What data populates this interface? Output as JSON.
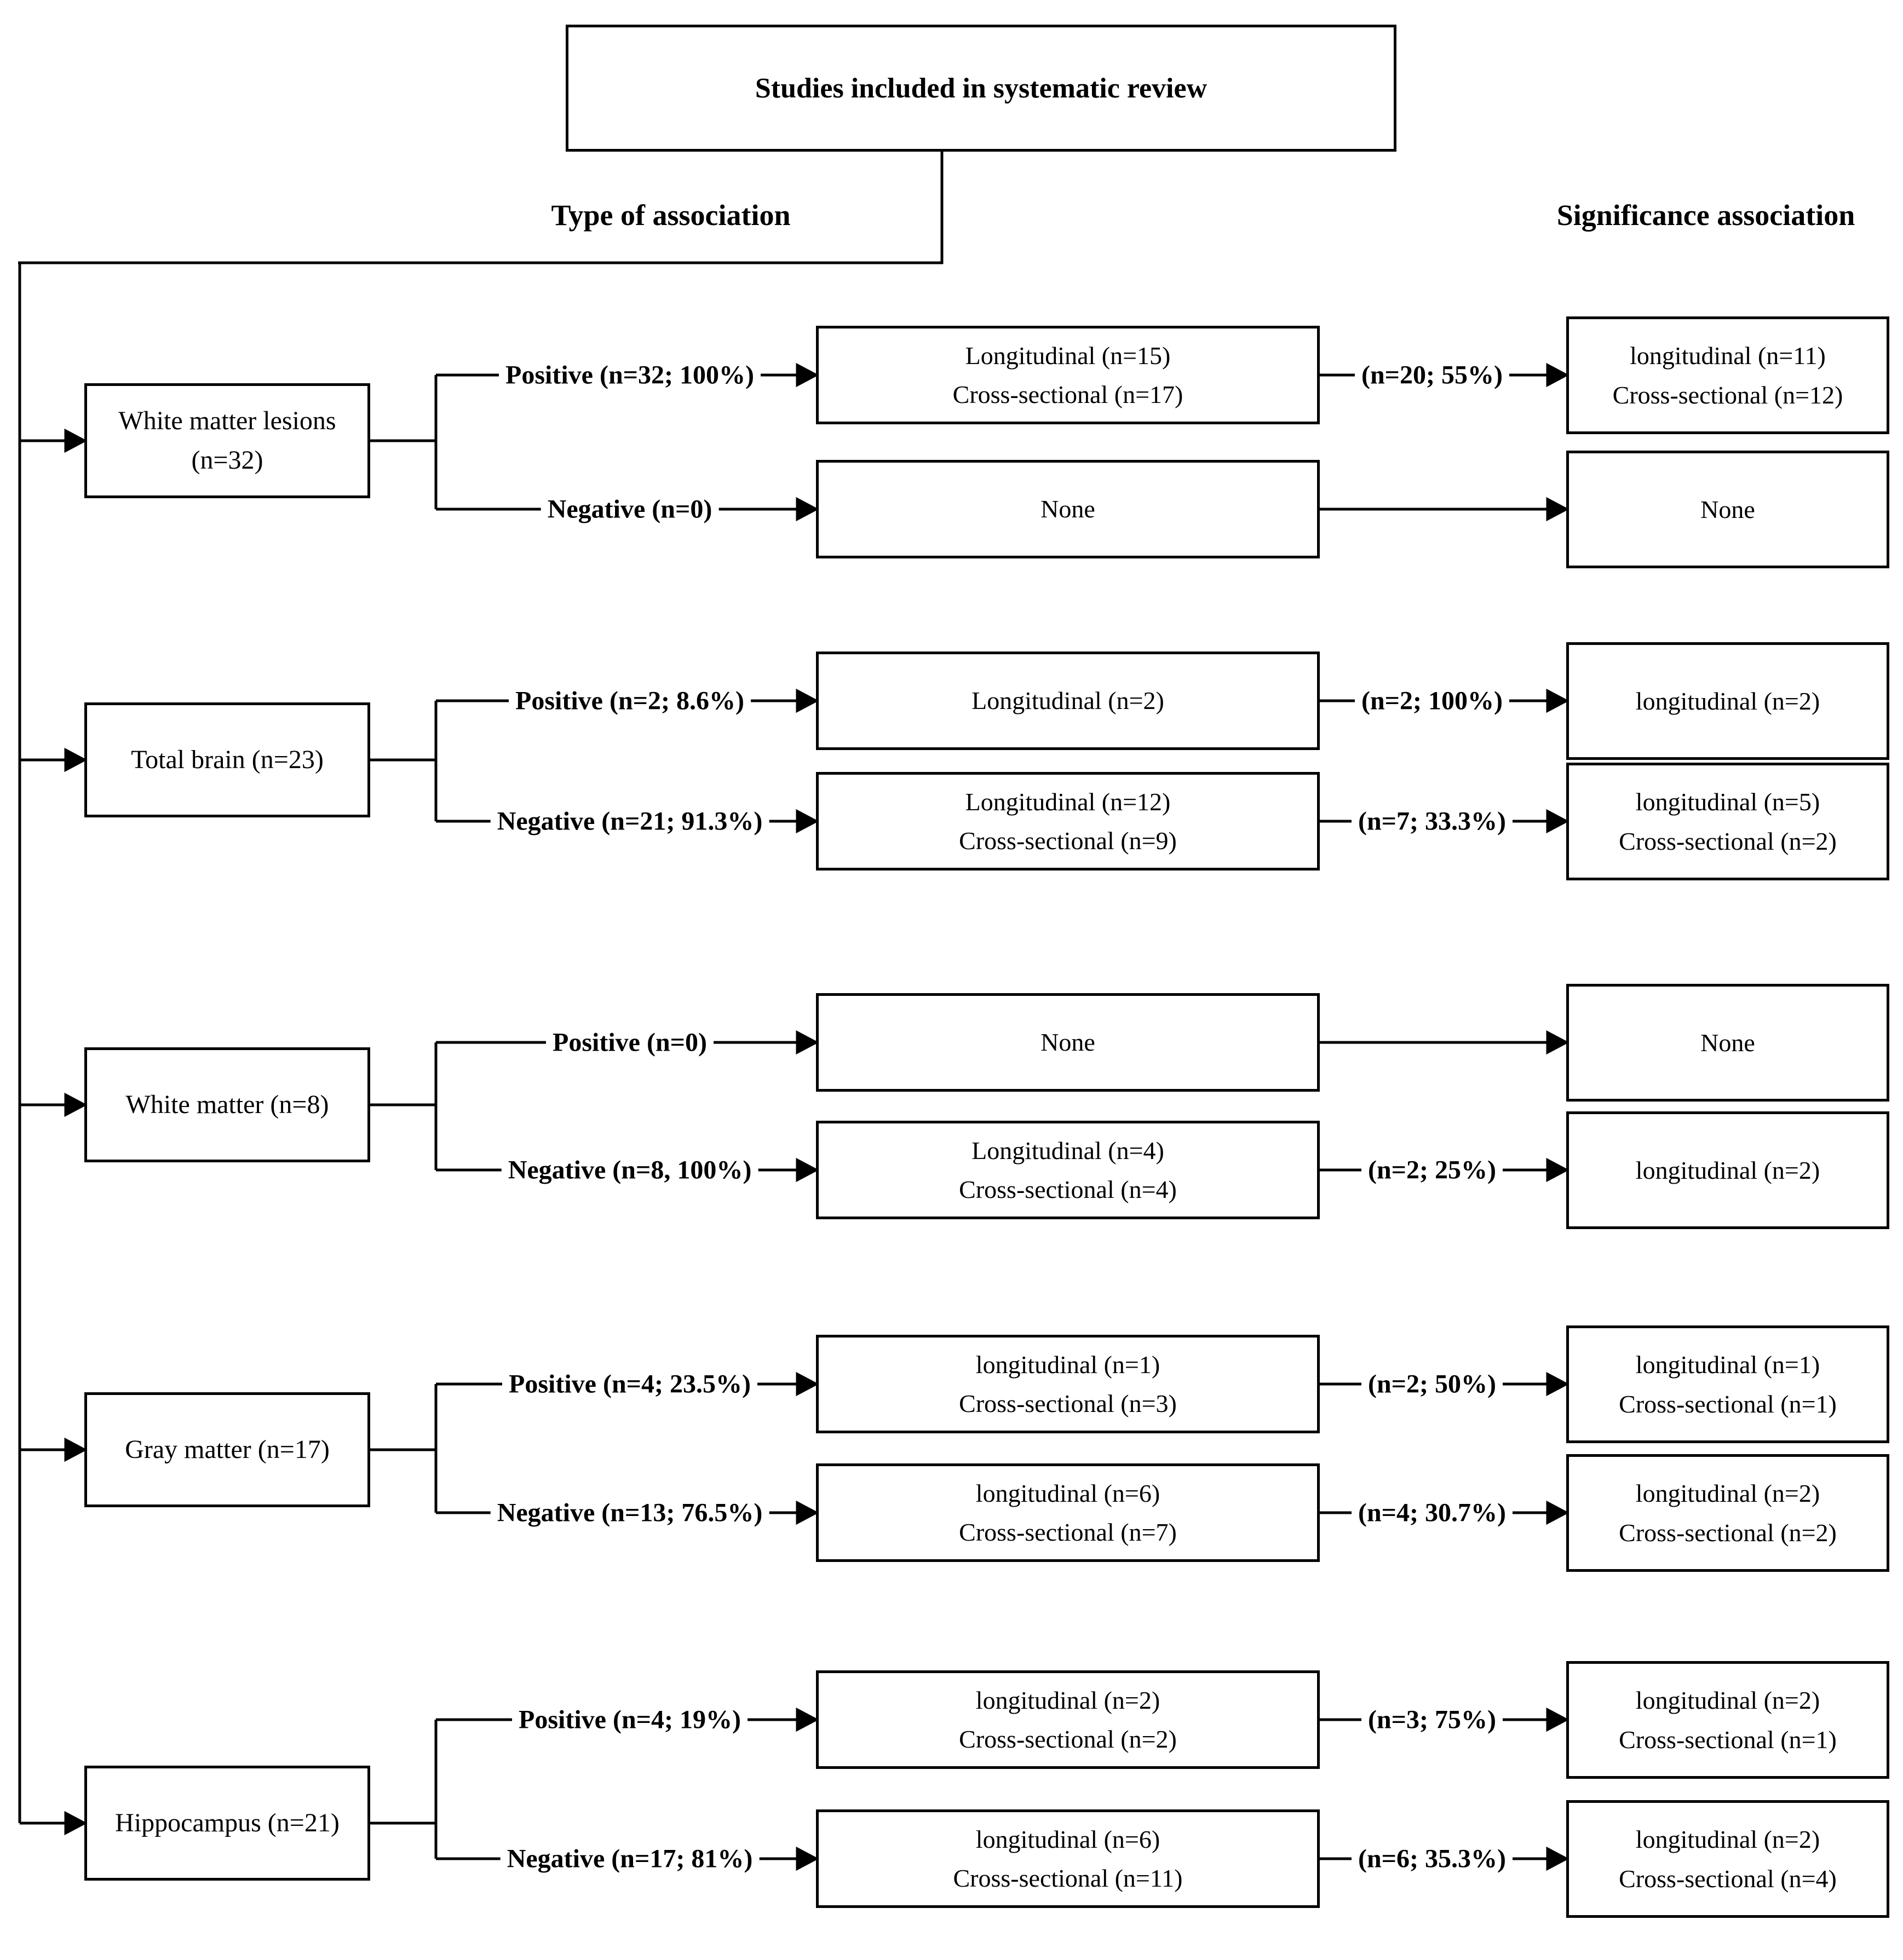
{
  "page": {
    "background": "#ffffff",
    "line_color": "#000000"
  },
  "title": "Studies included in systematic review",
  "headers": {
    "type": "Type of association",
    "significance": "Significance association"
  },
  "groups": [
    {
      "name_line1": "White matter lesions",
      "name_line2": "(n=32)",
      "positive": {
        "branch_label": "Positive (n=32; 100%)",
        "type_line1": "Longitudinal (n=15)",
        "type_line2": "Cross-sectional (n=17)",
        "sig_label": "(n=20; 55%)",
        "sig_line1": "longitudinal (n=11)",
        "sig_line2": "Cross-sectional (n=12)"
      },
      "negative": {
        "branch_label": "Negative (n=0)",
        "type_line1": "None",
        "type_line2": "",
        "sig_label": "",
        "sig_line1": "None",
        "sig_line2": ""
      }
    },
    {
      "name_line1": "Total brain (n=23)",
      "name_line2": "",
      "positive": {
        "branch_label": "Positive (n=2; 8.6%)",
        "type_line1": "Longitudinal (n=2)",
        "type_line2": "",
        "sig_label": "(n=2; 100%)",
        "sig_line1": "longitudinal (n=2)",
        "sig_line2": ""
      },
      "negative": {
        "branch_label": "Negative (n=21; 91.3%)",
        "type_line1": "Longitudinal (n=12)",
        "type_line2": "Cross-sectional (n=9)",
        "sig_label": "(n=7; 33.3%)",
        "sig_line1": "longitudinal (n=5)",
        "sig_line2": "Cross-sectional (n=2)"
      }
    },
    {
      "name_line1": "White matter (n=8)",
      "name_line2": "",
      "positive": {
        "branch_label": "Positive (n=0)",
        "type_line1": "None",
        "type_line2": "",
        "sig_label": "",
        "sig_line1": "None",
        "sig_line2": ""
      },
      "negative": {
        "branch_label": "Negative (n=8, 100%)",
        "type_line1": "Longitudinal (n=4)",
        "type_line2": "Cross-sectional (n=4)",
        "sig_label": "(n=2; 25%)",
        "sig_line1": "longitudinal (n=2)",
        "sig_line2": ""
      }
    },
    {
      "name_line1": "Gray matter (n=17)",
      "name_line2": "",
      "positive": {
        "branch_label": "Positive (n=4; 23.5%)",
        "type_line1": "longitudinal (n=1)",
        "type_line2": "Cross-sectional (n=3)",
        "sig_label": "(n=2; 50%)",
        "sig_line1": "longitudinal (n=1)",
        "sig_line2": "Cross-sectional (n=1)"
      },
      "negative": {
        "branch_label": "Negative (n=13; 76.5%)",
        "type_line1": "longitudinal (n=6)",
        "type_line2": "Cross-sectional (n=7)",
        "sig_label": "(n=4; 30.7%)",
        "sig_line1": "longitudinal (n=2)",
        "sig_line2": "Cross-sectional (n=2)"
      }
    },
    {
      "name_line1": "Hippocampus (n=21)",
      "name_line2": "",
      "positive": {
        "branch_label": "Positive (n=4; 19%)",
        "type_line1": "longitudinal (n=2)",
        "type_line2": "Cross-sectional (n=2)",
        "sig_label": "(n=3; 75%)",
        "sig_line1": "longitudinal (n=2)",
        "sig_line2": "Cross-sectional (n=1)"
      },
      "negative": {
        "branch_label": "Negative (n=17; 81%)",
        "type_line1": "longitudinal (n=6)",
        "type_line2": "Cross-sectional (n=11)",
        "sig_label": "(n=6; 35.3%)",
        "sig_line1": "longitudinal (n=2)",
        "sig_line2": "Cross-sectional (n=4)"
      }
    }
  ]
}
